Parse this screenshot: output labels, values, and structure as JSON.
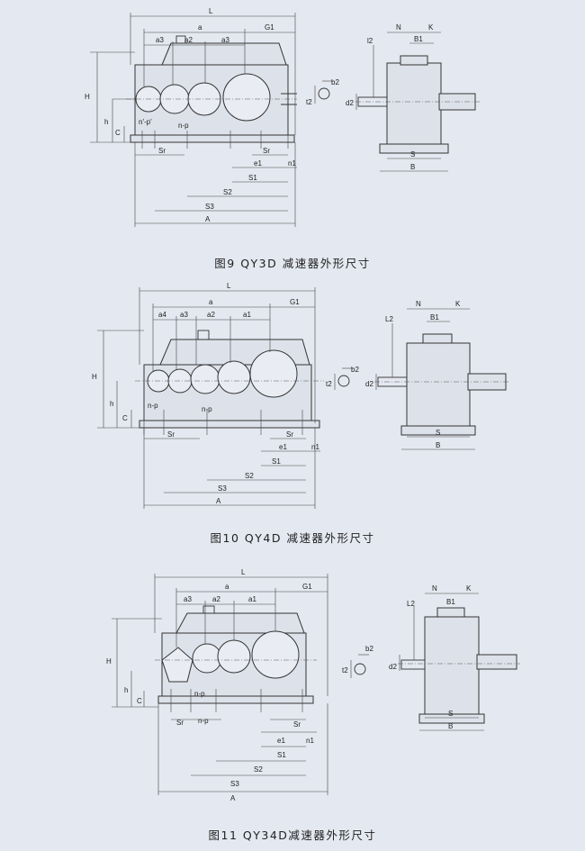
{
  "figures": [
    {
      "caption": "图9  QY3D 减速器外形尺寸",
      "labels": {
        "L": "L",
        "a": "a",
        "G1": "G1",
        "a3_left": "a3",
        "a2": "a2",
        "a3_right": "a3",
        "H": "H",
        "h": "h",
        "C": "C",
        "np_left": "n'-p'",
        "np_mid": "n-p",
        "Sr_left": "Sr",
        "Sr_right": "Sr",
        "e1": "e1",
        "n1": "n1",
        "S1": "S1",
        "S2": "S2",
        "S3": "S3",
        "A": "A",
        "b2": "b2",
        "t2": "t2",
        "d2": "d2",
        "l2": "l2",
        "N": "N",
        "K": "K",
        "B1": "B1",
        "S": "S",
        "B": "B"
      }
    },
    {
      "caption": "图10  QY4D 减速器外形尺寸",
      "labels": {
        "L": "L",
        "a": "a",
        "G1": "G1",
        "a4": "a4",
        "a3": "a3",
        "a2": "a2",
        "a1": "a1",
        "H": "H",
        "h": "h",
        "C": "C",
        "np_left": "n-p",
        "np_mid": "n-p",
        "Sr_left": "Sr",
        "Sr_right": "Sr",
        "e1": "e1",
        "n1": "n1",
        "S1": "S1",
        "S2": "S2",
        "S3": "S3",
        "A": "A",
        "b2": "b2",
        "t2": "t2",
        "d2": "d2",
        "L2": "L2",
        "N": "N",
        "K": "K",
        "B1": "B1",
        "S": "S",
        "B": "B"
      }
    },
    {
      "caption": "图11  QY34D减速器外形尺寸",
      "labels": {
        "L": "L",
        "a": "a",
        "G1": "G1",
        "a3": "a3",
        "a2": "a2",
        "a1": "a1",
        "H": "H",
        "h": "h",
        "C": "C",
        "np_top": "n-p",
        "np_bottom": "n-p",
        "Sr_left": "Sr",
        "Sr_right": "Sr",
        "e1": "e1",
        "n1": "n1",
        "S1": "S1",
        "S2": "S2",
        "S3": "S3",
        "A": "A",
        "b2": "b2",
        "t2": "t2",
        "d2": "d2",
        "L2": "L2",
        "N": "N",
        "K": "K",
        "B1": "B1",
        "S": "S",
        "B": "B"
      }
    }
  ]
}
